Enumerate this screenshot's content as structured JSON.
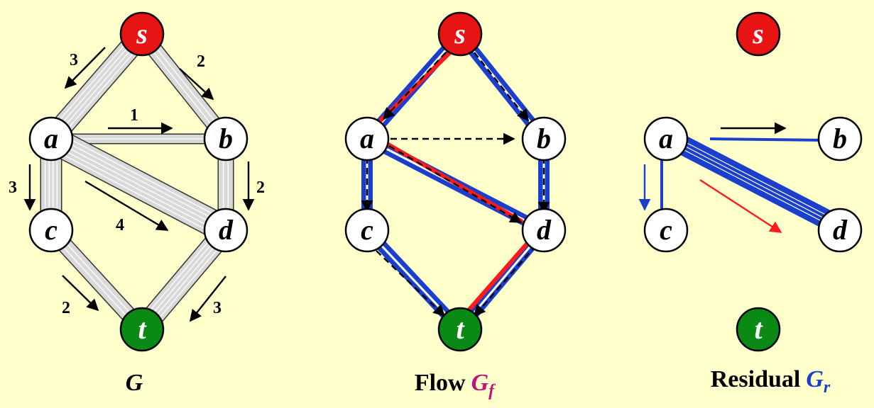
{
  "nodes": {
    "s": "s",
    "a": "a",
    "b": "b",
    "c": "c",
    "d": "d",
    "t": "t"
  },
  "edge_labels": {
    "sa": "3",
    "sb": "2",
    "ab": "1",
    "ac": "3",
    "bd": "2",
    "ad": "4",
    "ct": "2",
    "dt": "3"
  },
  "captions": {
    "g": "G",
    "flow_word": "Flow",
    "flow_sym": "G",
    "flow_sub": "f",
    "residual_word": "Residual",
    "residual_sym": "G",
    "residual_sub": "r"
  },
  "colors": {
    "background": "#ffffcc",
    "source": "#e81313",
    "sink": "#0a8a14",
    "flow": "#1a3fcc",
    "path": "#ff1a1a",
    "flow_caption": "#c0127a",
    "residual_caption": "#1a3fcc"
  }
}
